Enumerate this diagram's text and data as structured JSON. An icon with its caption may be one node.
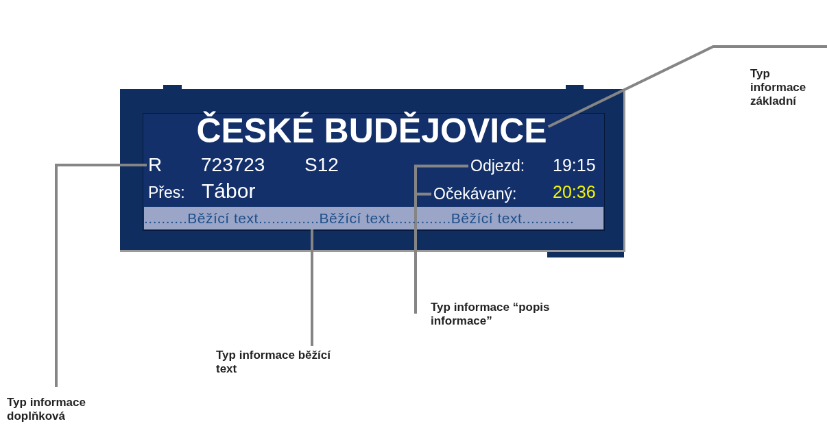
{
  "diagram": {
    "nodes": [
      {
        "text": [],
        "shape": "box"
      },
      {
        "text": [
          "ČESKÉ BUDĚJOVICE"
        ],
        "in": 0
      },
      {
        "text": [
          "R"
        ],
        "in": 0
      },
      {
        "text": [
          "Odjezd:"
        ],
        "in": 0
      },
      {
        "text": [
          "Očekávaný:"
        ],
        "in": 0
      },
      {
        "text": [
          "..........Běžící text..............Běžící text..............Běžící text............"
        ],
        "in": 0
      },
      {
        "text": [
          "Typ informace základní"
        ]
      },
      {
        "text": [
          "Typ informace doplňková"
        ]
      },
      {
        "text": [
          "Typ informace běžící text"
        ]
      },
      {
        "text": [
          "Typ informace “popis informace”"
        ]
      }
    ],
    "edges": [
      {
        "from": 6,
        "to": 1,
        "arrow": "none"
      },
      {
        "from": 7,
        "to": 2,
        "arrow": "none"
      },
      {
        "from": 8,
        "to": 5,
        "arrow": "none"
      },
      {
        "from": 9,
        "to": 3,
        "arrow": "none"
      },
      {
        "from": 9,
        "to": 4,
        "arrow": "none"
      }
    ],
    "labels": [
      "723723",
      "S12",
      "Přes:",
      "Tábor",
      "19:15",
      "20:36"
    ]
  }
}
